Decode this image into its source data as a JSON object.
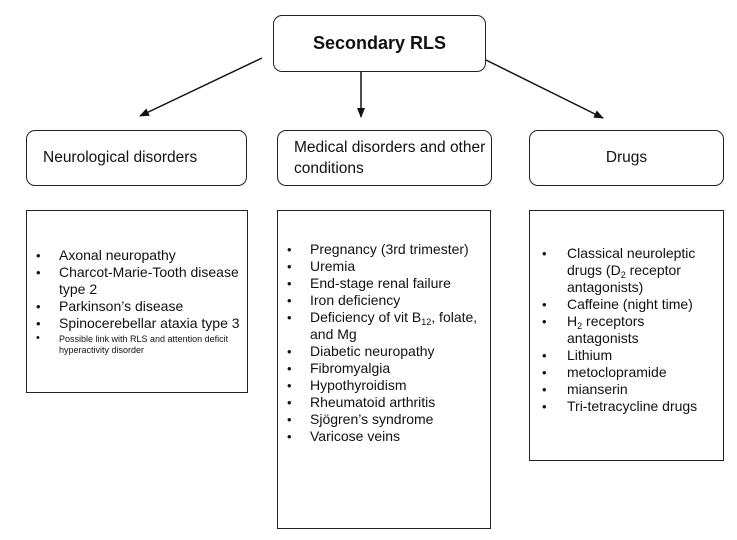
{
  "title": "Secondary RLS",
  "columns": [
    {
      "heading": "Neurological disorders",
      "items": [
        {
          "text": "Axonal neuropathy"
        },
        {
          "text": "Charcot-Marie-Tooth disease type 2"
        },
        {
          "text": "Parkinson’s disease"
        },
        {
          "text": "Spinocerebellar ataxia type 3"
        },
        {
          "text": "Possible link with RLS and attention deficit hyperactivity disorder"
        }
      ]
    },
    {
      "heading": "Medical disorders and other conditions",
      "items": [
        {
          "text": "Pregnancy (3rd trimester)"
        },
        {
          "text": "Uremia"
        },
        {
          "text": "End-stage renal failure"
        },
        {
          "text": "Iron deficiency"
        },
        {
          "before": "Deficiency of vit B",
          "sub": "12",
          "after": ", folate, and Mg"
        },
        {
          "text": "Diabetic neuropathy"
        },
        {
          "text": "Fibromyalgia"
        },
        {
          "text": "Hypothyroidism"
        },
        {
          "text": "Rheumatoid arthritis"
        },
        {
          "text": "Sjögren’s syndrome"
        },
        {
          "text": "Varicose veins"
        }
      ]
    },
    {
      "heading": "Drugs",
      "items": [
        {
          "before": "Classical neuroleptic drugs (D",
          "sub": "2",
          "after": " receptor antagonists)"
        },
        {
          "text": "Caffeine (night time)"
        },
        {
          "before": "H",
          "sub": "2",
          "after": " receptors antagonists"
        },
        {
          "text": "Lithium"
        },
        {
          "text": "metoclopramide"
        },
        {
          "text": "mianserin"
        },
        {
          "text": "Tri-tetracycline drugs"
        }
      ]
    }
  ]
}
